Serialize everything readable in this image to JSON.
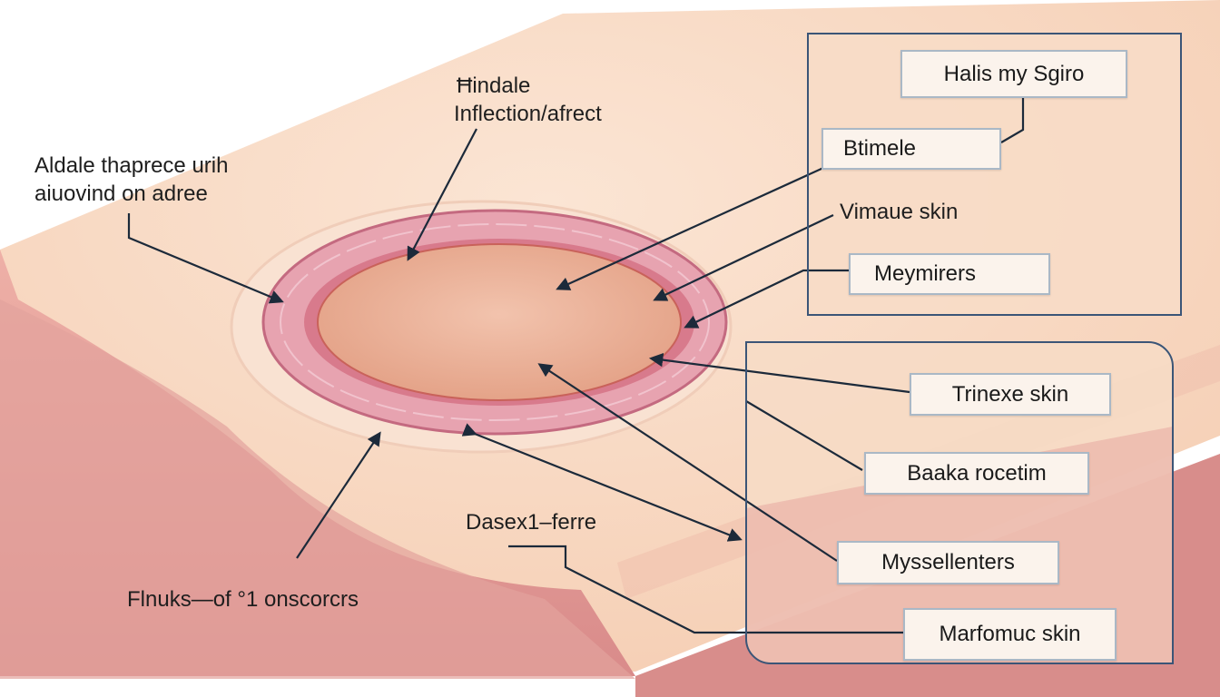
{
  "colors": {
    "skin_top": "#f8d9c2",
    "skin_side": "#e6a09c",
    "lesion_ring": "#d98093",
    "lesion_center": "#e9ad93",
    "panel_border": "#3b5577",
    "arrow": "#1c2a3a"
  },
  "labels": {
    "top_center_line1": "Ħindale",
    "top_center_line2": "Inflection/afrect",
    "left_line1": "Aldale thaprece urih",
    "left_line2": "aiuovind on adree",
    "bottom_left": "Flnuks—of °1 onscorcrs",
    "bottom_middle": "Dasex1–ferre"
  },
  "upper_panel": {
    "boxes": [
      "Halis my Sgiro",
      "Btimele",
      "Meymirers"
    ],
    "text_label": "Vimaue skin"
  },
  "lower_panel": {
    "boxes": [
      "Trinexe skin",
      "Baaka rocetim",
      "Myssellenters",
      "Marfomuc  skin"
    ]
  }
}
